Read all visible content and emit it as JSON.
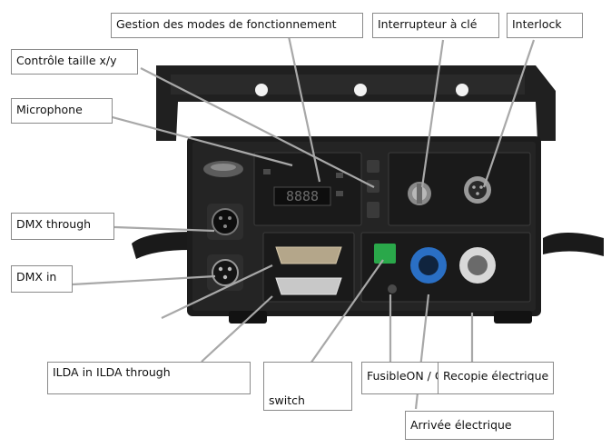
{
  "labels": {
    "modes": "Gestion des modes de fonctionnement",
    "key_switch": "Interrupteur à clé",
    "interlock": "Interlock",
    "size_control": "Contrôle taille x/y",
    "microphone": "Microphone",
    "dmx_through": "DMX through",
    "dmx_in": "DMX in",
    "ilda": "ILDA in ILDA through",
    "switch": "switch",
    "fuse_onoff": "FusibleON / OFF",
    "power_copy": "Recopie électrique",
    "power_in": "Arrivée électrique"
  },
  "device": {
    "display_readout": "8888",
    "fuse_led_color": "#2aa84a",
    "power_in_color": "#2a6fc4",
    "power_out_color": "#d8d8d8",
    "body_color": "#1c1c1c"
  },
  "icons": [
    "xlr-connector-icon",
    "db25-connector-icon",
    "powercon-connector-icon",
    "key-switch-icon",
    "interlock-connector-icon",
    "led-display-icon"
  ]
}
